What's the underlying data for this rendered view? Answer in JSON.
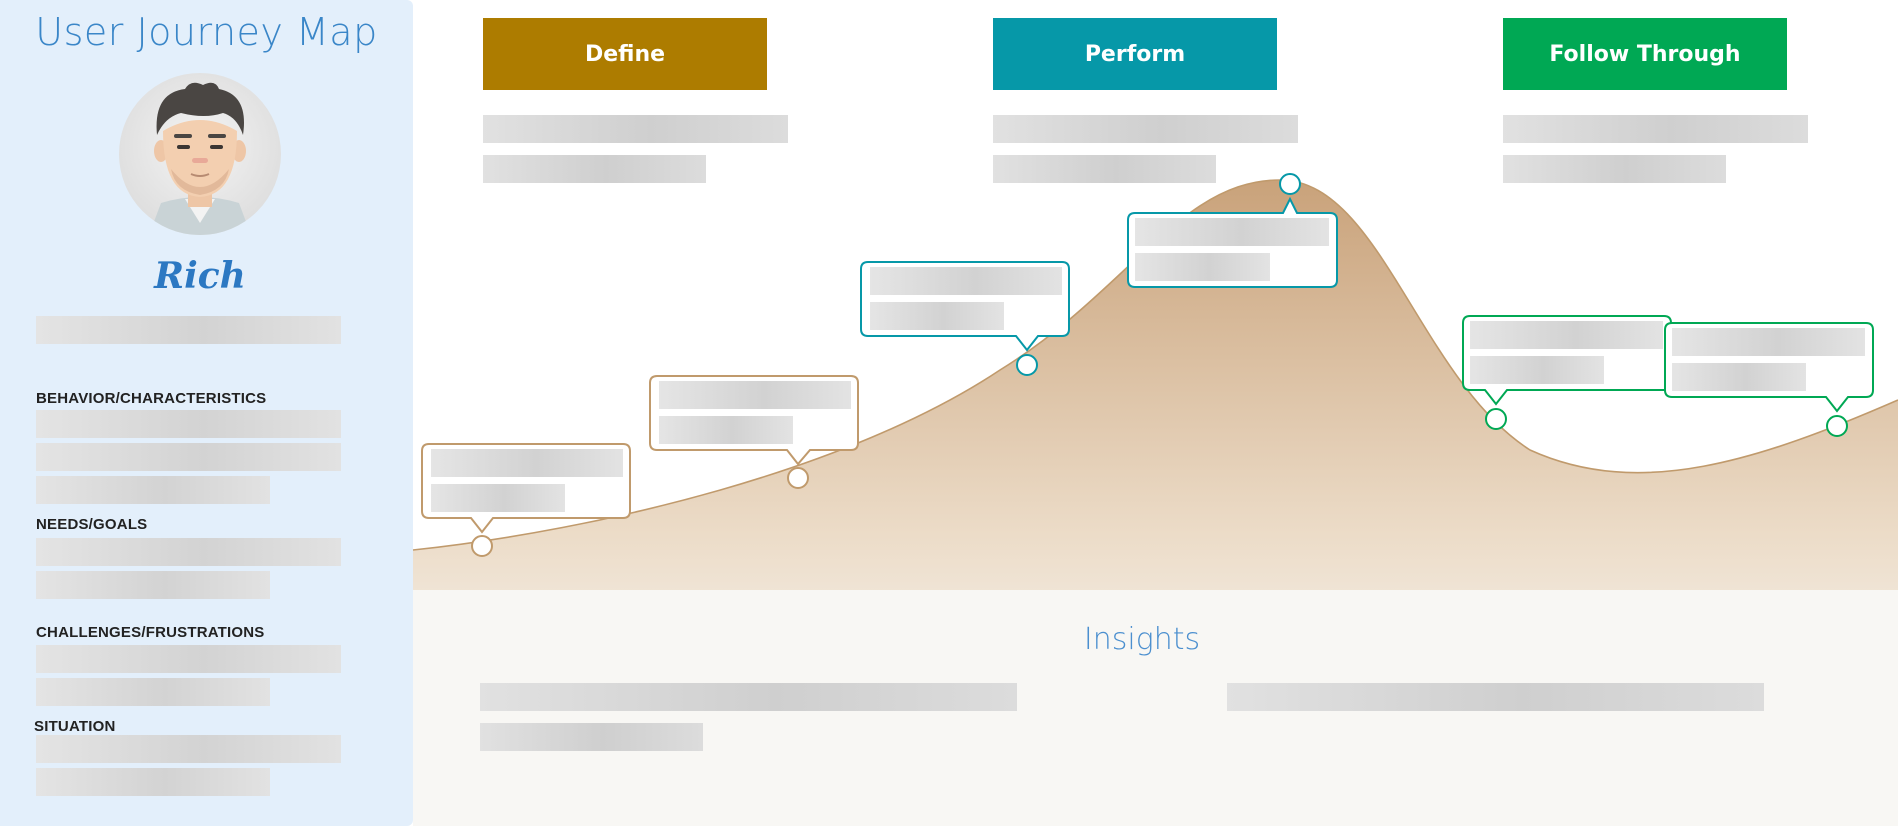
{
  "title": "User Journey Map",
  "persona": {
    "name": "Rich"
  },
  "sections": [
    {
      "label": "BEHAVIOR/CHARACTERISTICS"
    },
    {
      "label": "NEEDS/GOALS"
    },
    {
      "label": "CHALLENGES/FRUSTRATIONS"
    },
    {
      "label": "SITUATION"
    }
  ],
  "phases": [
    {
      "label": "Define",
      "color": "#ad7c00"
    },
    {
      "label": "Perform",
      "color": "#0698a8"
    },
    {
      "label": "Follow Through",
      "color": "#00a854"
    }
  ],
  "insights": {
    "title": "Insights"
  },
  "colors": {
    "sidebar_bg": "#e3effb",
    "title_blue": "#3a86c8",
    "curve_stroke": "#c09a6c",
    "define_border": "#c09a6c",
    "perform_border": "#0698a8",
    "follow_border": "#00a854",
    "area_top": "#c9a27a",
    "area_bottom": "#f8f7f4"
  }
}
